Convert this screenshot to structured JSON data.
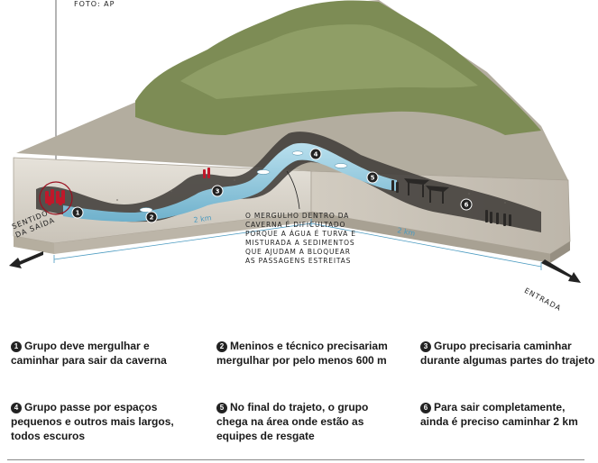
{
  "credit": "FOTO: AP",
  "labels": {
    "exit_direction": "SENTIDO DA SAÍDA",
    "entrance": "ENTRADA",
    "distance_left": "2 km",
    "distance_right": "2 km",
    "callout": "O MERGULHO DENTRO DA CAVERNA É DIFICULTADO PORQUE A ÁGUA É TURVA E MISTURADA A SEDIMENTOS QUE AJUDAM A BLOQUEAR AS PASSAGENS ESTREITAS"
  },
  "markers": [
    "1",
    "2",
    "3",
    "4",
    "5",
    "6"
  ],
  "legend": [
    {
      "num": "1",
      "text": "Grupo deve mergulhar e caminhar para sair da caverna"
    },
    {
      "num": "2",
      "text": "Meninos e técnico precisariam mergulhar por pelo menos 600 m"
    },
    {
      "num": "3",
      "text": "Grupo precisaria caminhar durante algumas partes do trajeto"
    },
    {
      "num": "4",
      "text": "Grupo passe por espaços pequenos e outros mais largos, todos escuros"
    },
    {
      "num": "5",
      "text": "No final do trajeto, o grupo chega na área onde estão as equipes de resgate"
    },
    {
      "num": "6",
      "text": "Para sair completamente, ainda é preciso caminhar 2 km"
    }
  ],
  "colors": {
    "water": "#8fc6dc",
    "rock": "#d9d4cb",
    "forest": "#7d8c55",
    "figures": "#c0182a"
  }
}
